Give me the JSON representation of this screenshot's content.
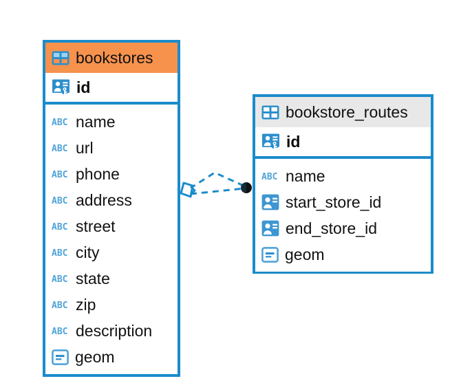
{
  "diagram": {
    "type": "entity-relationship-diagram",
    "background": "#ffffff",
    "accent_color": "#1B8BCB",
    "header_highlight_color": "#F7924D",
    "header_default_color": "#E8E8E8"
  },
  "entities": [
    {
      "name": "bookstores",
      "header_style": "accent-orange",
      "table_icon": "table-icon",
      "primary_key": {
        "label": "id",
        "icon": "primary-key-icon"
      },
      "fields": [
        {
          "label": "name",
          "icon": "text-type-icon",
          "type": "ABC"
        },
        {
          "label": "url",
          "icon": "text-type-icon",
          "type": "ABC"
        },
        {
          "label": "phone",
          "icon": "text-type-icon",
          "type": "ABC"
        },
        {
          "label": "address",
          "icon": "text-type-icon",
          "type": "ABC"
        },
        {
          "label": "street",
          "icon": "text-type-icon",
          "type": "ABC"
        },
        {
          "label": "city",
          "icon": "text-type-icon",
          "type": "ABC"
        },
        {
          "label": "state",
          "icon": "text-type-icon",
          "type": "ABC"
        },
        {
          "label": "zip",
          "icon": "text-type-icon",
          "type": "ABC"
        },
        {
          "label": "description",
          "icon": "text-type-icon",
          "type": "ABC"
        },
        {
          "label": "geom",
          "icon": "geometry-type-icon",
          "type": "geometry"
        }
      ]
    },
    {
      "name": "bookstore_routes",
      "header_style": "accent-gray",
      "table_icon": "table-icon",
      "primary_key": {
        "label": "id",
        "icon": "primary-key-icon"
      },
      "fields": [
        {
          "label": "name",
          "icon": "text-type-icon",
          "type": "ABC"
        },
        {
          "label": "start_store_id",
          "icon": "foreign-key-icon",
          "type": "reference"
        },
        {
          "label": "end_store_id",
          "icon": "foreign-key-icon",
          "type": "reference"
        },
        {
          "label": "geom",
          "icon": "geometry-type-icon",
          "type": "geometry"
        }
      ]
    }
  ],
  "relationship": {
    "name": "bookstores-to-bookstore-routes",
    "source_marker": "crows-foot-diamond-marker",
    "target_marker": "filled-circle-marker",
    "line_style": "dashed",
    "line_color": "#1B8BCB"
  }
}
